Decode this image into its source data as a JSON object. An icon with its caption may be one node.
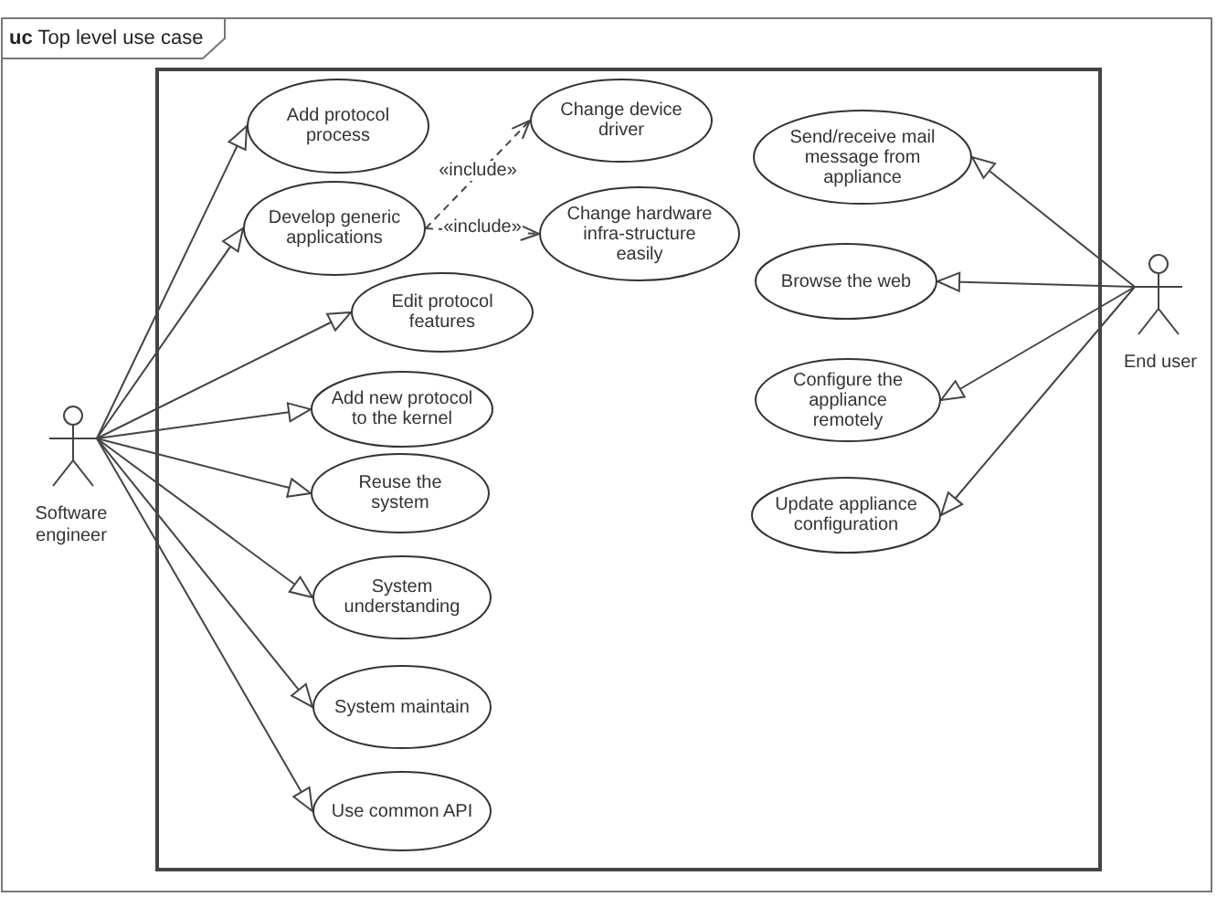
{
  "diagram": {
    "title": "**uc** Top level use case",
    "nodes": [
      {
        "text": [],
        "shape": "person",
        "beside": [
          "Software engineer"
        ]
      },
      {
        "text": [],
        "shape": "box"
      },
      {
        "text": [
          "Add protocol process"
        ],
        "in": 1
      },
      {
        "text": [
          "Change device driver"
        ],
        "in": 1
      },
      {
        "text": [
          "Develop generic applications"
        ],
        "in": 1
      },
      {
        "text": [
          "Change hardware infra-structure easily"
        ],
        "in": 1
      },
      {
        "text": [
          "Edit protocol features"
        ],
        "in": 1
      },
      {
        "text": [
          "Add new protocol to the kernel"
        ],
        "in": 1
      },
      {
        "text": [
          "Reuse the system"
        ],
        "in": 1
      },
      {
        "text": [
          "System understanding"
        ],
        "in": 1
      },
      {
        "text": [
          "System maintain"
        ],
        "in": 1
      },
      {
        "text": [
          "Use common API"
        ],
        "in": 1
      },
      {
        "text": [
          "Send/receive mail message from appliance"
        ],
        "in": 1
      },
      {
        "text": [
          "Browse the web"
        ],
        "in": 1
      },
      {
        "text": [
          "Configure the appliance remotely"
        ],
        "in": 1
      },
      {
        "text": [
          "Update appliance configuration"
        ],
        "in": 1
      },
      {
        "text": [],
        "shape": "person",
        "beside": [
          "End user"
        ]
      }
    ],
    "edges": [
      {
        "from": 0,
        "to": 2,
        "arrow": "to"
      },
      {
        "from": 0,
        "to": 4,
        "arrow": "to"
      },
      {
        "from": 0,
        "to": 6,
        "arrow": "to"
      },
      {
        "from": 0,
        "to": 7,
        "arrow": "to"
      },
      {
        "from": 0,
        "to": 8,
        "arrow": "to"
      },
      {
        "from": 0,
        "to": 9,
        "arrow": "to"
      },
      {
        "from": 0,
        "to": 10,
        "arrow": "to"
      },
      {
        "from": 0,
        "to": 11,
        "arrow": "to"
      },
      {
        "from": 4,
        "to": 3,
        "arrow": "to",
        "label": "«include»",
        "style": "dashed"
      },
      {
        "from": 4,
        "to": 5,
        "arrow": "to",
        "label": "«include»",
        "style": "dashed"
      },
      {
        "from": 16,
        "to": 12,
        "arrow": "to"
      },
      {
        "from": 16,
        "to": 13,
        "arrow": "to"
      },
      {
        "from": 16,
        "to": 14,
        "arrow": "to"
      },
      {
        "from": 16,
        "to": 15,
        "arrow": "to"
      }
    ]
  }
}
